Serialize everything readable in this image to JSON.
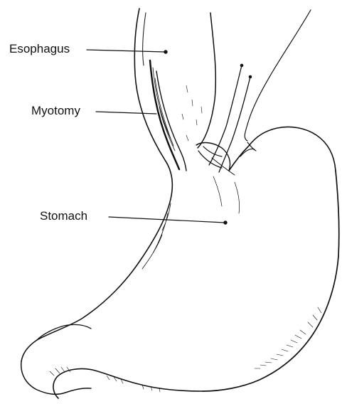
{
  "labels": {
    "esophagus": "Esophagus",
    "myotomy": "Myotomy",
    "stomach": "Stomach"
  },
  "colors": {
    "ink": "#111111",
    "background": "#ffffff"
  }
}
